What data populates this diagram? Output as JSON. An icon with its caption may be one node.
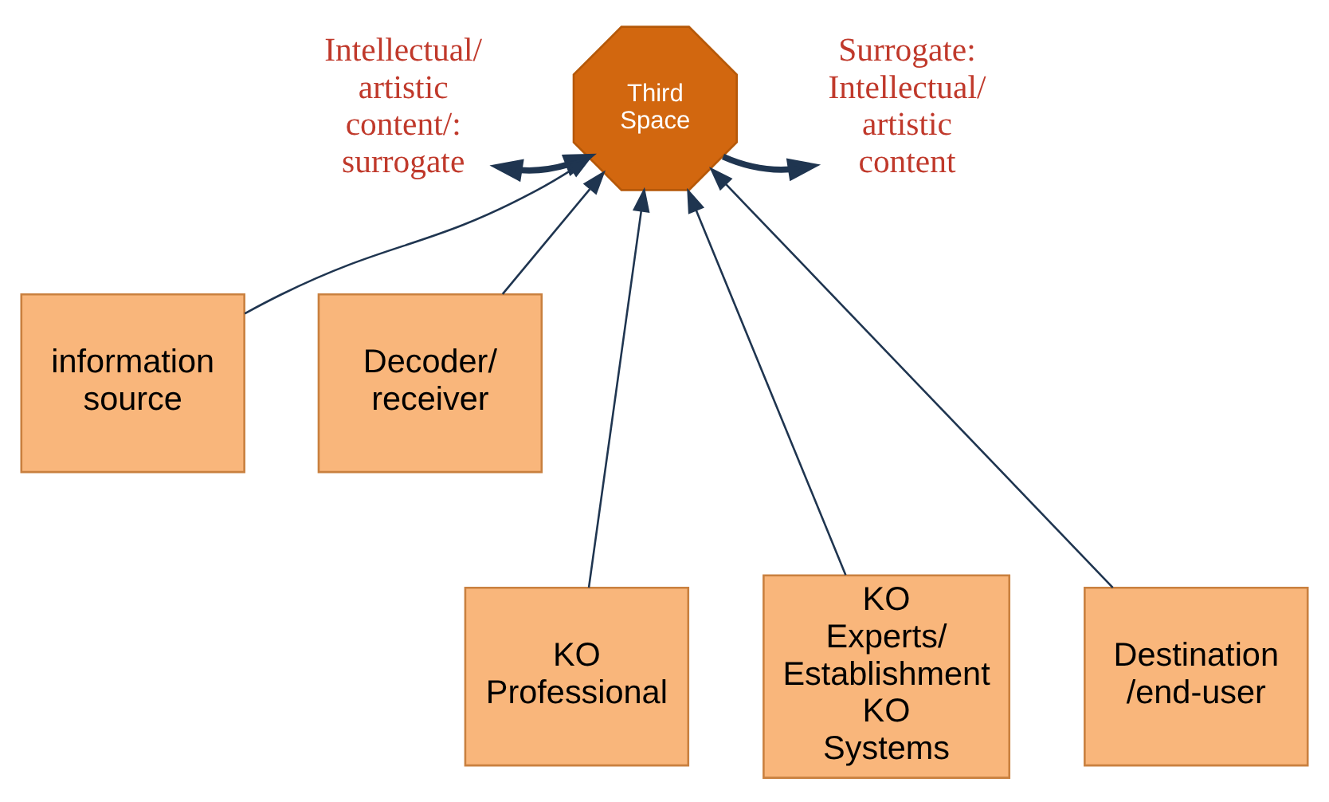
{
  "diagram": {
    "nodes": [
      {
        "text": [
          "Third Space"
        ]
      },
      {
        "text": [
          "Intellectual/ artistic content/: surrogate"
        ]
      },
      {
        "text": [
          "Surrogate: Intellectual/ artistic content"
        ]
      },
      {
        "text": [
          "information source"
        ]
      },
      {
        "text": [
          "Decoder/ receiver"
        ]
      },
      {
        "text": [
          "KO Professional"
        ]
      },
      {
        "text": [
          "KO Experts/ Establishment KO Systems"
        ]
      },
      {
        "text": [
          "Destination /end-user"
        ]
      }
    ],
    "edges": [
      {
        "from": 1,
        "to": 0,
        "arrow": "both",
        "style": "thick"
      },
      {
        "from": 0,
        "to": 2,
        "arrow": "to",
        "style": "thick"
      },
      {
        "from": 3,
        "to": 0,
        "arrow": "to"
      },
      {
        "from": 5,
        "to": 0,
        "arrow": "to"
      },
      {
        "from": 6,
        "to": 0,
        "arrow": "to"
      },
      {
        "from": 7,
        "to": 0,
        "arrow": "to"
      },
      {
        "from": 4,
        "to": 0,
        "arrow": "to"
      }
    ]
  }
}
